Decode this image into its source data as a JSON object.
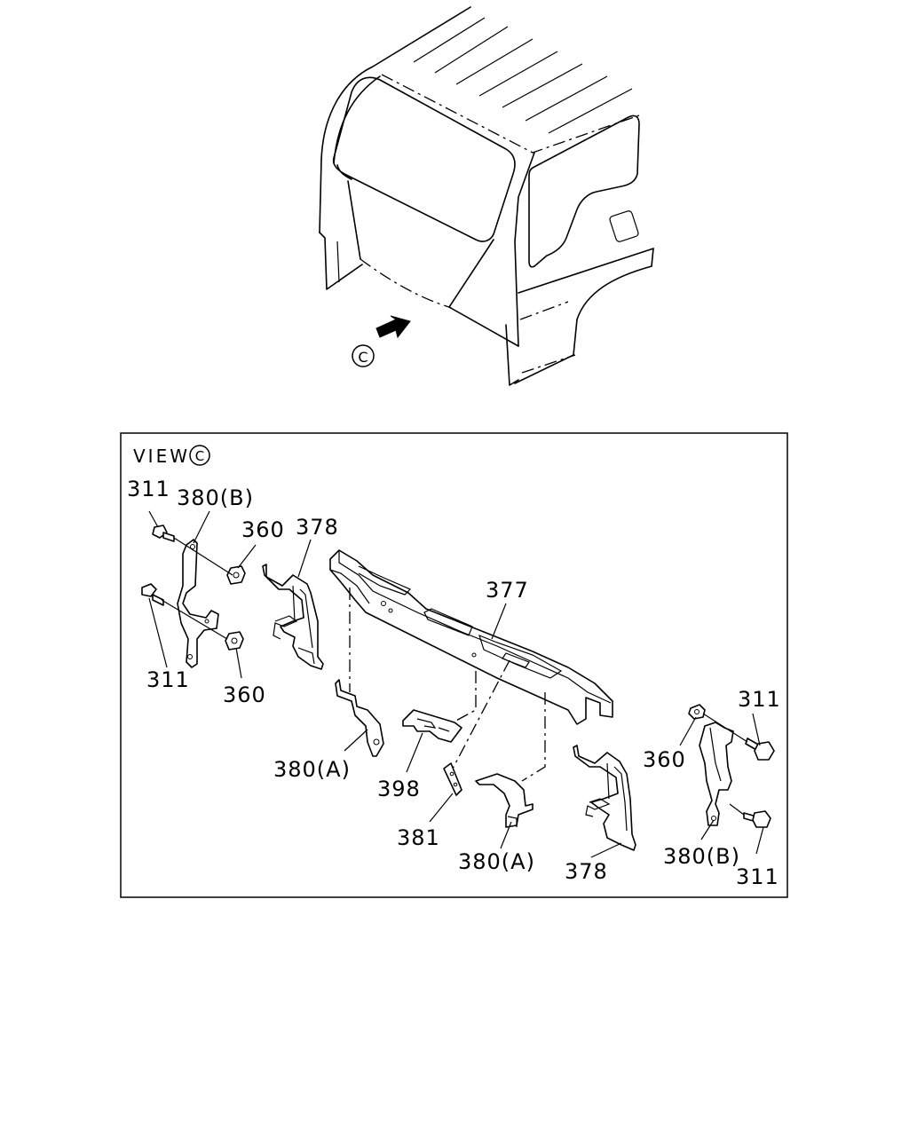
{
  "view_marker": "C",
  "view_box": {
    "title_prefix": "VIEW",
    "title_marker": "C"
  },
  "labels": {
    "p311_tl": "311",
    "p380b_tl": "380(B)",
    "p360_t": "360",
    "p378_t": "378",
    "p377": "377",
    "p311_bl": "311",
    "p360_b": "360",
    "p380a_l": "380(A)",
    "p398": "398",
    "p381": "381",
    "p380a_c": "380(A)",
    "p378_b": "378",
    "p311_tr": "311",
    "p360_r": "360",
    "p380b_r": "380(B)",
    "p311_br": "311"
  }
}
